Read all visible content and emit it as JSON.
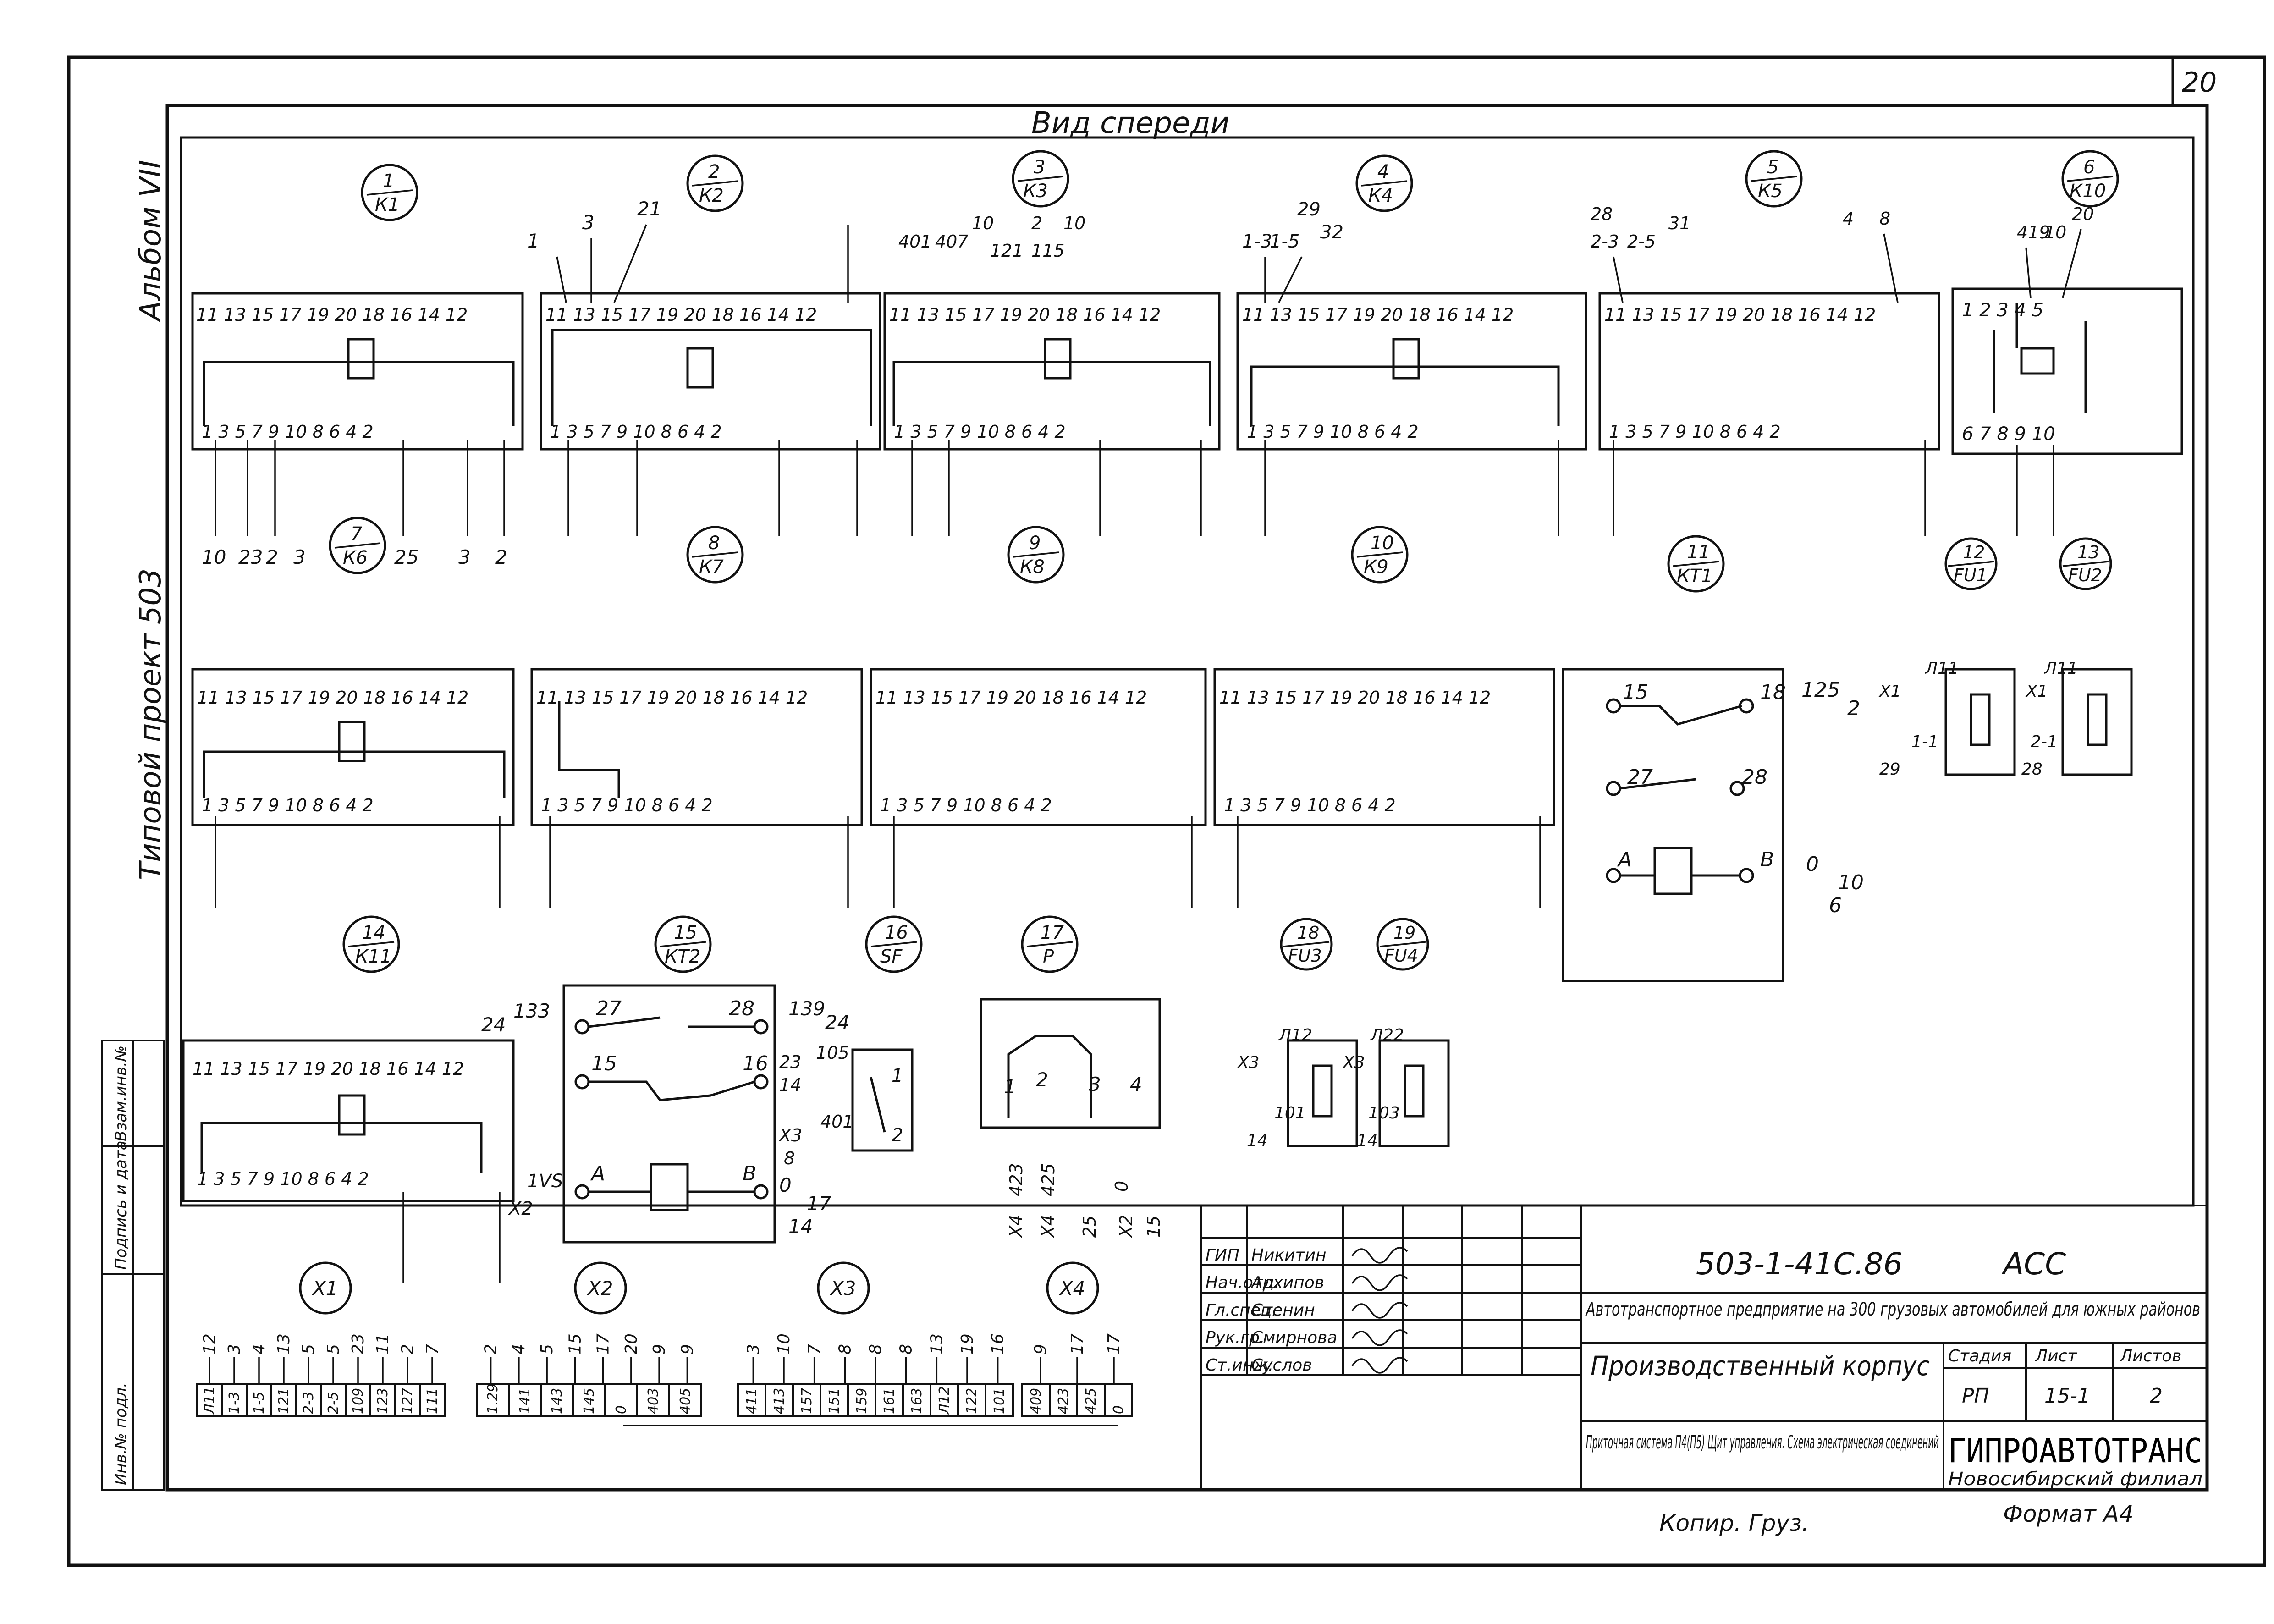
{
  "sheet": {
    "page_number": "20",
    "view_title": "Вид спереди",
    "album_label": "Альбом VII",
    "project_label": "Типовой проект 503",
    "copied_label": "Копир. Груз.",
    "format_label": "Формат А4"
  },
  "side_stamp": [
    "Инв.№ подл.",
    "Подпись и дата",
    "Взам.инв.№"
  ],
  "devices_row1": [
    {
      "num": "1",
      "code": "К1"
    },
    {
      "num": "2",
      "code": "К2"
    },
    {
      "num": "3",
      "code": "К3"
    },
    {
      "num": "4",
      "code": "К4"
    },
    {
      "num": "5",
      "code": "К5"
    },
    {
      "num": "6",
      "code": "К10"
    }
  ],
  "devices_row2": [
    {
      "num": "7",
      "code": "К6"
    },
    {
      "num": "8",
      "code": "К7"
    },
    {
      "num": "9",
      "code": "К8"
    },
    {
      "num": "10",
      "code": "К9"
    },
    {
      "num": "11",
      "code": "КТ1"
    },
    {
      "num": "12",
      "code": "FU1"
    },
    {
      "num": "13",
      "code": "FU2"
    }
  ],
  "devices_row3": [
    {
      "num": "14",
      "code": "К11"
    },
    {
      "num": "15",
      "code": "КТ2"
    },
    {
      "num": "16",
      "code": "SF"
    },
    {
      "num": "17",
      "code": "Р"
    },
    {
      "num": "18",
      "code": "FU3"
    },
    {
      "num": "19",
      "code": "FU4"
    }
  ],
  "relay_terminals_top": "11 13 15 17 19 20 18 16 14 12",
  "relay_terminals_bottom": "1 3 5 7 9 10 8 6 4 2",
  "wire_labels": {
    "k1_bottom": [
      "10",
      "23",
      "2",
      "3",
      "25",
      "3",
      "2"
    ],
    "k2_top": [
      "1",
      "3",
      "21"
    ],
    "k3_top": [
      "401",
      "407",
      "10",
      "121",
      "2",
      "115",
      "10"
    ],
    "k4_top": [
      "1-3",
      "1-5",
      "29",
      "32"
    ],
    "k5_top": [
      "28",
      "2-3",
      "2-5",
      "31",
      "4",
      "8"
    ],
    "k10_top": [
      "419",
      "10",
      "20"
    ],
    "kt1": [
      "15",
      "18",
      "125",
      "2",
      "27",
      "28",
      "А",
      "В",
      "0",
      "10",
      "6"
    ],
    "kt2": [
      "133",
      "24",
      "27",
      "28",
      "139",
      "24",
      "15",
      "16",
      "А",
      "В",
      "0",
      "17",
      "14",
      "1VS",
      "Х2"
    ],
    "sf": [
      "23",
      "105",
      "14",
      "Х3",
      "401",
      "8",
      "1",
      "2"
    ],
    "p": [
      "1",
      "2",
      "3",
      "4",
      "Х4",
      "Х4",
      "423",
      "425",
      "25",
      "Х2",
      "0",
      "15"
    ],
    "fuses": [
      "Х1",
      "Л11",
      "1-1",
      "29",
      "Х1",
      "Л11",
      "2-1",
      "28",
      "Х3",
      "Л12",
      "101",
      "14",
      "Х3",
      "Л22",
      "103",
      "14"
    ]
  },
  "terminal_blocks": [
    {
      "name": "Х1",
      "cells": [
        "Л11",
        "1-3",
        "1-5",
        "121",
        "2-3",
        "2-5",
        "109",
        "123",
        "127",
        "111"
      ],
      "wires": [
        "12",
        "3",
        "4",
        "13",
        "5",
        "5",
        "23",
        "11",
        "2",
        "7"
      ]
    },
    {
      "name": "Х2",
      "cells": [
        "1.29",
        "141",
        "143",
        "145",
        "0",
        "403",
        "405"
      ],
      "wires": [
        "2",
        "4",
        "5",
        "15",
        "17",
        "20",
        "9",
        "9"
      ]
    },
    {
      "name": "Х3",
      "cells": [
        "411",
        "413",
        "157",
        "151",
        "159",
        "161",
        "163",
        "Л12",
        "122",
        "101"
      ],
      "wires": [
        "3",
        "10",
        "7",
        "8",
        "8",
        "8",
        "13",
        "19",
        "16"
      ]
    },
    {
      "name": "Х4",
      "cells": [
        "409",
        "423",
        "425",
        "0"
      ],
      "wires": [
        "9",
        "17",
        "17"
      ]
    }
  ],
  "title_block": {
    "signatures": [
      {
        "role": "ГИП",
        "name": "Никитин"
      },
      {
        "role": "Нач.отд.",
        "name": "Архипов"
      },
      {
        "role": "Гл.спец.",
        "name": "Стенин"
      },
      {
        "role": "Рук.гр.",
        "name": "Смирнова"
      },
      {
        "role": "Ст.инж.",
        "name": "Суслов"
      }
    ],
    "doc_code": "503-1-41С.86",
    "doc_mark": "АСС",
    "project_name": "Автотранспортное предприятие на 300 грузовых автомобилей для южных районов",
    "building": "Производственный корпус",
    "stage_label": "Стадия",
    "sheet_label": "Лист",
    "sheets_label": "Листов",
    "stage": "РП",
    "sheet": "15-1",
    "sheets": "2",
    "drawing_title": "Приточная система П4(П5) Щит управления. Схема электрическая соединений",
    "org": "ГИПРОАВТОТРАНС",
    "branch": "Новосибирский филиал"
  }
}
